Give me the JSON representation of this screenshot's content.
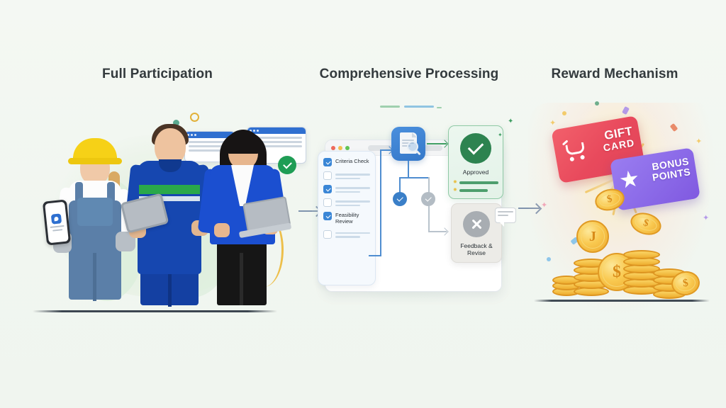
{
  "background_color": "#f2f6f1",
  "title_color": "#333a3d",
  "steps": [
    {
      "id": "step-1",
      "title": "Full Participation"
    },
    {
      "id": "step-2",
      "title": "Comprehensive Processing"
    },
    {
      "id": "step-3",
      "title": "Reward Mechanism"
    }
  ],
  "panel_people": {
    "name": "full-participation-illustration",
    "people": [
      {
        "role": "female-construction-worker",
        "attire": "yellow hard hat, denim overalls, gray gloves",
        "device": "smartphone"
      },
      {
        "role": "male-field-worker",
        "attire": "blue and green coveralls",
        "device": "tablet"
      },
      {
        "role": "businesswoman",
        "attire": "blue blazer, white blouse, black trousers",
        "device": "laptop"
      }
    ],
    "floating_cards": [
      {
        "name": "ui-card-chat",
        "type": "window-with-speech-tail"
      },
      {
        "name": "ui-card-form",
        "type": "window"
      }
    ],
    "status_icon": "check-circle-icon"
  },
  "panel_workflow": {
    "name": "comprehensive-processing-illustration",
    "browser": {
      "traffic_lights": [
        "#ee6a5b",
        "#f4bf4f",
        "#61c454"
      ],
      "address_bar": ""
    },
    "checklist": {
      "title": "",
      "items": [
        {
          "label": "Criteria Check",
          "checked": true
        },
        {
          "label": "",
          "checked": false
        },
        {
          "label": "",
          "checked": true
        },
        {
          "label": "",
          "checked": false
        },
        {
          "label": "Feasibility Review",
          "checked": true
        },
        {
          "label": "",
          "checked": false
        }
      ]
    },
    "process_node": {
      "icon": "document-search-icon",
      "color": "#3578c9"
    },
    "outcomes": [
      {
        "name": "approved-card",
        "label": "Approved",
        "icon": "check-circle-icon",
        "color": "#2d8350",
        "meter_stars": [
          "✹",
          "✹"
        ]
      },
      {
        "name": "feedback-card",
        "label": "Feedback & Revise",
        "icon": "x-circle-icon",
        "color": "#a8adb2",
        "bubble": "comment-bubble-icon"
      }
    ]
  },
  "panel_rewards": {
    "name": "reward-mechanism-illustration",
    "cards": [
      {
        "name": "gift-card",
        "line1": "GIFT",
        "line2": "CARD",
        "icon": "shopping-cart-icon",
        "color": "#e8495c"
      },
      {
        "name": "bonus-points-card",
        "line1": "BONUS",
        "line2": "POINTS",
        "icon": "star-icon",
        "color": "#8b6ae8"
      }
    ],
    "coins": {
      "symbols": [
        "$",
        "J",
        "$",
        "$",
        "$"
      ],
      "color": "#f9c950"
    }
  },
  "connectors": [
    {
      "name": "arrow-step1-to-step2",
      "direction": "right",
      "color": "#7f93ad"
    },
    {
      "name": "arrow-step2-to-step3",
      "direction": "right",
      "color": "#7f93ad"
    }
  ]
}
